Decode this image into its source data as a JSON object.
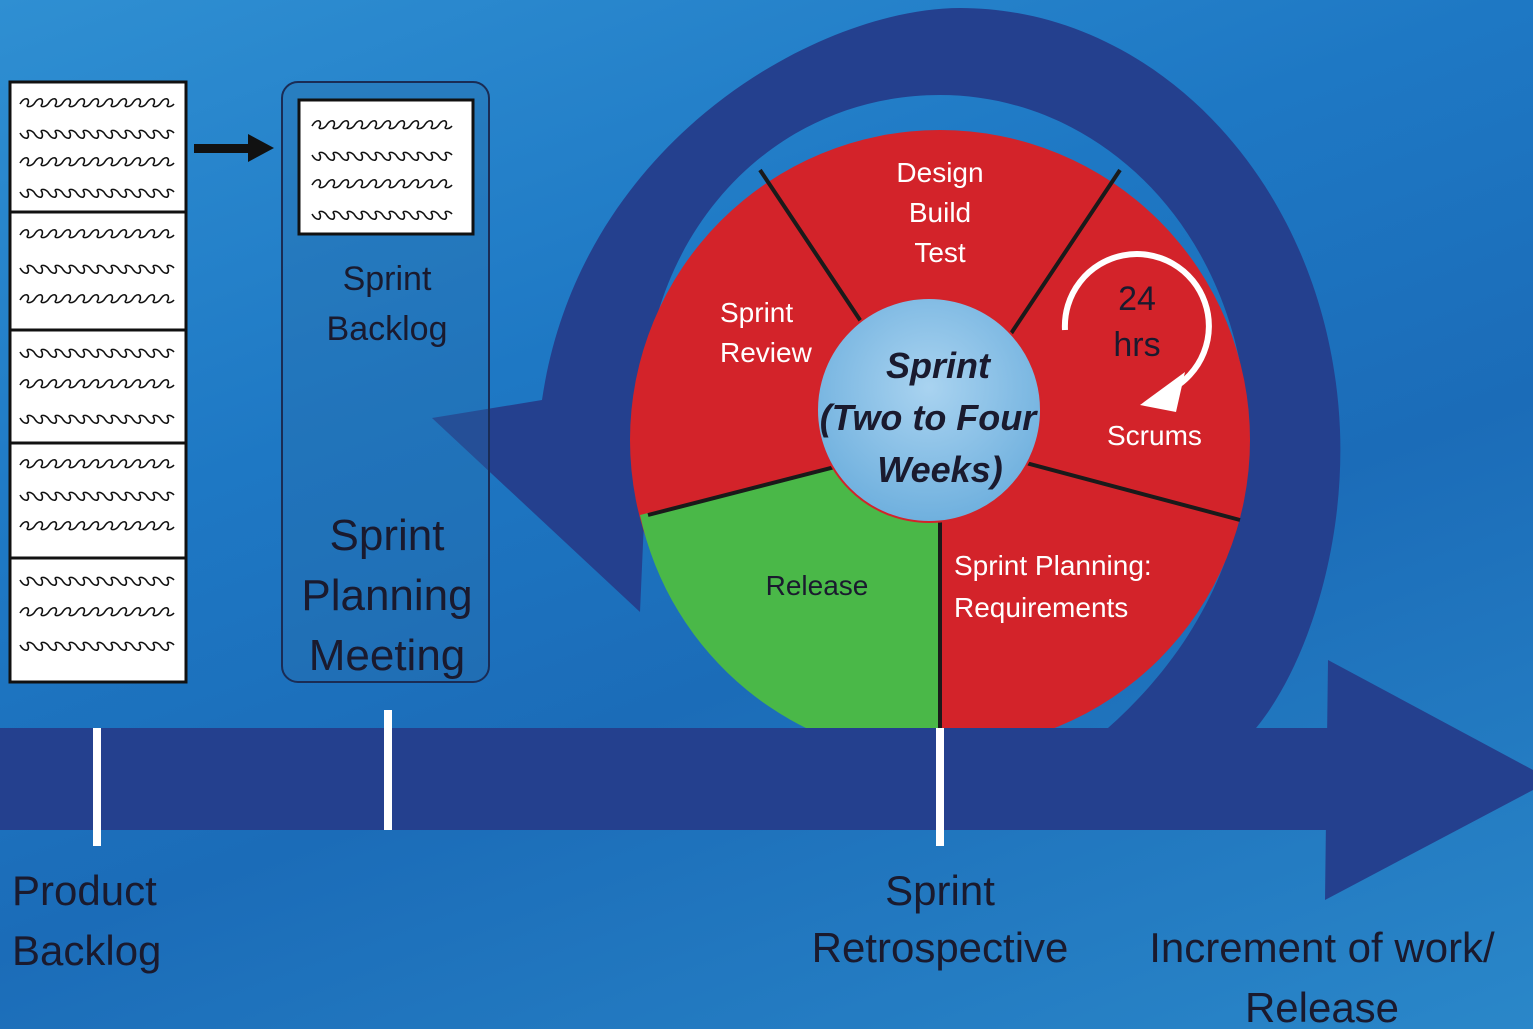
{
  "product_backlog": {
    "label_line1": "Product",
    "label_line2": "Backlog"
  },
  "sprint_backlog": {
    "label_line1": "Sprint",
    "label_line2": "Backlog"
  },
  "sprint_planning_meeting": {
    "line1": "Sprint",
    "line2": "Planning",
    "line3": "Meeting"
  },
  "sprint_center": {
    "line1": "Sprint",
    "line2": "(Two to Four",
    "line3": "Weeks)"
  },
  "segments": {
    "design_build_test": [
      "Design",
      "Build",
      "Test"
    ],
    "sprint_review": [
      "Sprint",
      "Review"
    ],
    "scrums": "Scrums",
    "cycle_24": "24",
    "cycle_hrs": "hrs",
    "sprint_planning": [
      "Sprint Planning:",
      "Requirements"
    ],
    "release": "Release"
  },
  "timeline": {
    "sprint_retrospective_line1": "Sprint",
    "sprint_retrospective_line2": "Retrospective",
    "increment_line1": "Increment of work/",
    "increment_line2": "Release"
  },
  "colors": {
    "arrow_blue": "#24408e",
    "segment_red": "#d3232a",
    "release_green": "#4ab848",
    "center_blue": "#8ec3e8",
    "white": "#ffffff"
  }
}
